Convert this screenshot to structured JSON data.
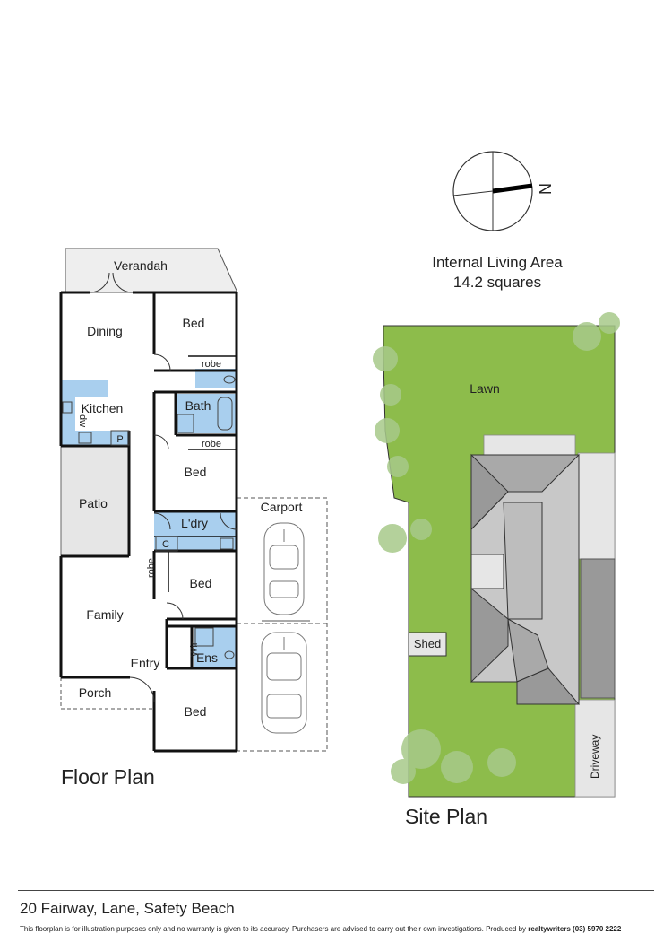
{
  "floor_plan": {
    "title": "Floor  Plan",
    "rooms": {
      "verandah": "Verandah",
      "dining": "Dining",
      "bed1": "Bed",
      "robe1": "robe",
      "bath": "Bath",
      "kitchen": "Kitchen",
      "dw": "dw",
      "pantry": "P",
      "robe2": "robe",
      "bed2": "Bed",
      "patio": "Patio",
      "laundry": "L'dry",
      "cupboard": "C",
      "carport": "Carport",
      "robe3": "robe",
      "bed3": "Bed",
      "family": "Family",
      "wir": "Wir",
      "ens": "Ens",
      "entry": "Entry",
      "porch": "Porch",
      "bed4": "Bed"
    }
  },
  "site_plan": {
    "title": "Site  Plan",
    "lawn": "Lawn",
    "shed": "Shed",
    "driveway": "Driveway"
  },
  "compass": {
    "label": "N"
  },
  "living_area": {
    "line1": "Internal Living Area",
    "line2": "14.2 squares"
  },
  "footer": {
    "address": "20 Fairway, Lane, Safety Beach",
    "disclaimer": "This floorplan is for illustration purposes only and no warranty is given to its accuracy. Purchasers are advised to carry out their own investigations. Produced by ",
    "producer": "realtywriters (03) 5970 2222"
  },
  "colors": {
    "wet_area": "#a9cfee",
    "lawn": "#8dbc4b",
    "roof_dark": "#999999",
    "roof_light": "#c8c8c8",
    "paving": "#e6e6e6",
    "wall": "#111111"
  }
}
